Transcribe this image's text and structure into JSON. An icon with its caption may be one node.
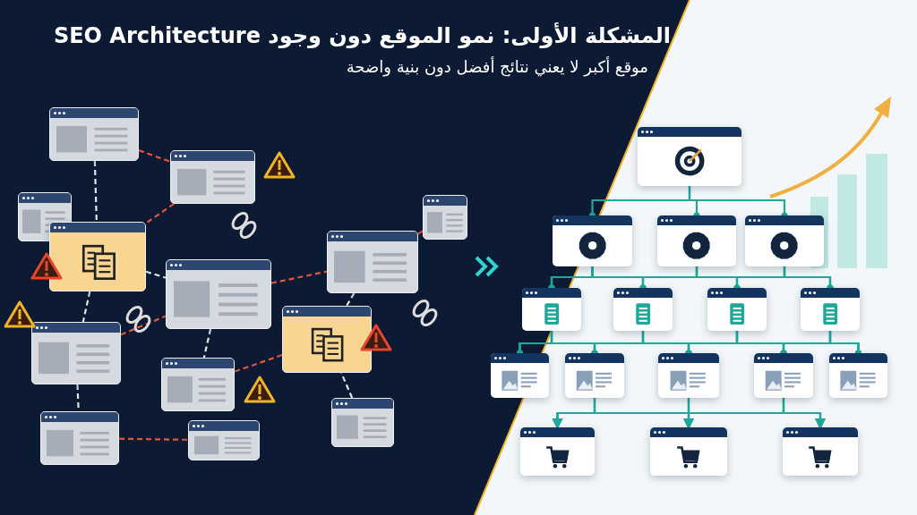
{
  "diagram": {
    "title": "المشكلة الأولى: نمو الموقع دون وجود SEO Architecture",
    "nodes": [
      {
        "text": [],
        "shape": "box"
      },
      {
        "text": [],
        "shape": "box"
      },
      {
        "text": [],
        "shape": "box"
      },
      {
        "text": [],
        "shape": "box"
      },
      {
        "text": [],
        "shape": "box"
      },
      {
        "text": [],
        "shape": "box"
      },
      {
        "text": [],
        "shape": "box"
      },
      {
        "text": [],
        "shape": "box"
      },
      {
        "text": [],
        "shape": "box"
      },
      {
        "text": [],
        "shape": "box"
      },
      {
        "text": [],
        "shape": "box"
      },
      {
        "text": [],
        "shape": "box"
      },
      {
        "text": [],
        "shape": "box"
      },
      {
        "text": [],
        "shape": "box"
      },
      {
        "text": [],
        "shape": "box"
      },
      {
        "text": [],
        "shape": "box"
      },
      {
        "text": [],
        "shape": "box"
      },
      {
        "text": [],
        "shape": "box"
      },
      {
        "text": [],
        "shape": "box"
      },
      {
        "text": [],
        "shape": "box"
      },
      {
        "text": [],
        "shape": "box"
      },
      {
        "text": [],
        "shape": "box"
      },
      {
        "text": [],
        "shape": "box"
      },
      {
        "text": [],
        "shape": "box"
      },
      {
        "text": [],
        "shape": "box"
      },
      {
        "text": [],
        "shape": "box"
      },
      {
        "text": [],
        "shape": "box"
      },
      {
        "text": [],
        "shape": "box"
      },
      {
        "text": [],
        "shape": "box"
      }
    ],
    "edges": [
      {
        "from": 0,
        "to": 1,
        "arrow": "other"
      },
      {
        "from": 0,
        "to": 2,
        "arrow": "other"
      },
      {
        "from": 0,
        "to": 3,
        "arrow": "other"
      },
      {
        "from": 1,
        "to": 4,
        "arrow": "other"
      },
      {
        "from": 1,
        "to": 5,
        "arrow": "other"
      },
      {
        "from": 1,
        "to": 6,
        "arrow": "other"
      },
      {
        "from": 1,
        "to": 7,
        "arrow": "other"
      },
      {
        "from": 2,
        "to": 4,
        "arrow": "other"
      },
      {
        "from": 2,
        "to": 5,
        "arrow": "other"
      },
      {
        "from": 2,
        "to": 6,
        "arrow": "other"
      },
      {
        "from": 2,
        "to": 7,
        "arrow": "other"
      },
      {
        "from": 3,
        "to": 4,
        "arrow": "other"
      },
      {
        "from": 3,
        "to": 5,
        "arrow": "other"
      },
      {
        "from": 3,
        "to": 6,
        "arrow": "other"
      },
      {
        "from": 3,
        "to": 7,
        "arrow": "other"
      },
      {
        "from": 4,
        "to": 8,
        "arrow": "other"
      },
      {
        "from": 4,
        "to": 9,
        "arrow": "other"
      },
      {
        "from": 4,
        "to": 10,
        "arrow": "other"
      },
      {
        "from": 4,
        "to": 11,
        "arrow": "other"
      },
      {
        "from": 4,
        "to": 12,
        "arrow": "other"
      },
      {
        "from": 5,
        "to": 8,
        "arrow": "other"
      },
      {
        "from": 5,
        "to": 9,
        "arrow": "other"
      },
      {
        "from": 5,
        "to": 10,
        "arrow": "other"
      },
      {
        "from": 5,
        "to": 11,
        "arrow": "other"
      },
      {
        "from": 5,
        "to": 12,
        "arrow": "other"
      },
      {
        "from": 6,
        "to": 8,
        "arrow": "other"
      },
      {
        "from": 6,
        "to": 9,
        "arrow": "other"
      },
      {
        "from": 6,
        "to": 10,
        "arrow": "other"
      },
      {
        "from": 6,
        "to": 11,
        "arrow": "other"
      },
      {
        "from": 6,
        "to": 12,
        "arrow": "other"
      },
      {
        "from": 7,
        "to": 8,
        "arrow": "other"
      },
      {
        "from": 7,
        "to": 9,
        "arrow": "other"
      },
      {
        "from": 7,
        "to": 10,
        "arrow": "other"
      },
      {
        "from": 7,
        "to": 11,
        "arrow": "other"
      },
      {
        "from": 7,
        "to": 12,
        "arrow": "other"
      },
      {
        "from": 9,
        "to": 13,
        "arrow": "to"
      },
      {
        "from": 9,
        "to": 14,
        "arrow": "to"
      },
      {
        "from": 9,
        "to": 15,
        "arrow": "to"
      },
      {
        "from": 10,
        "to": 13,
        "arrow": "to"
      },
      {
        "from": 10,
        "to": 14,
        "arrow": "to"
      },
      {
        "from": 10,
        "to": 15,
        "arrow": "to"
      },
      {
        "from": 11,
        "to": 13,
        "arrow": "to"
      },
      {
        "from": 11,
        "to": 14,
        "arrow": "to"
      },
      {
        "from": 11,
        "to": 15,
        "arrow": "to"
      },
      {
        "from": 16,
        "to": 17,
        "arrow": "none",
        "style": "dashed",
        "color": "#e8553b"
      },
      {
        "from": 16,
        "to": 19,
        "arrow": "none",
        "style": "dashed",
        "color": "#e6e6e6"
      },
      {
        "from": 17,
        "to": 19,
        "arrow": "none",
        "style": "dashed",
        "color": "#e8553b"
      },
      {
        "from": 19,
        "to": 23,
        "arrow": "none",
        "style": "dashed",
        "color": "#e6e6e6"
      },
      {
        "from": 19,
        "to": 20,
        "arrow": "none",
        "style": "dashed",
        "color": "#e6e6e6"
      },
      {
        "from": 23,
        "to": 20,
        "arrow": "none",
        "style": "dashed",
        "color": "#e8553b"
      },
      {
        "from": 20,
        "to": 21,
        "arrow": "none",
        "style": "dashed",
        "color": "#e8553b"
      },
      {
        "from": 20,
        "to": 24,
        "arrow": "none",
        "style": "dashed",
        "color": "#e6e6e6"
      },
      {
        "from": 21,
        "to": 25,
        "arrow": "none",
        "style": "dashed",
        "color": "#e6e6e6"
      },
      {
        "from": 21,
        "to": 22,
        "arrow": "none",
        "style": "dashed",
        "color": "#e8553b"
      },
      {
        "from": 25,
        "to": 24,
        "arrow": "none",
        "style": "dashed",
        "color": "#e8553b"
      },
      {
        "from": 23,
        "to": 26,
        "arrow": "none",
        "style": "dashed",
        "color": "#e6e6e6"
      },
      {
        "from": 26,
        "to": 28,
        "arrow": "none",
        "style": "dashed",
        "color": "#e8553b"
      },
      {
        "from": 27,
        "to": 25,
        "arrow": "none",
        "style": "dashed",
        "color": "#e6e6e6"
      }
    ],
    "labels": [
      "موقع أكبر لا يعني نتائج أفضل دون بنية واضحة"
    ]
  }
}
